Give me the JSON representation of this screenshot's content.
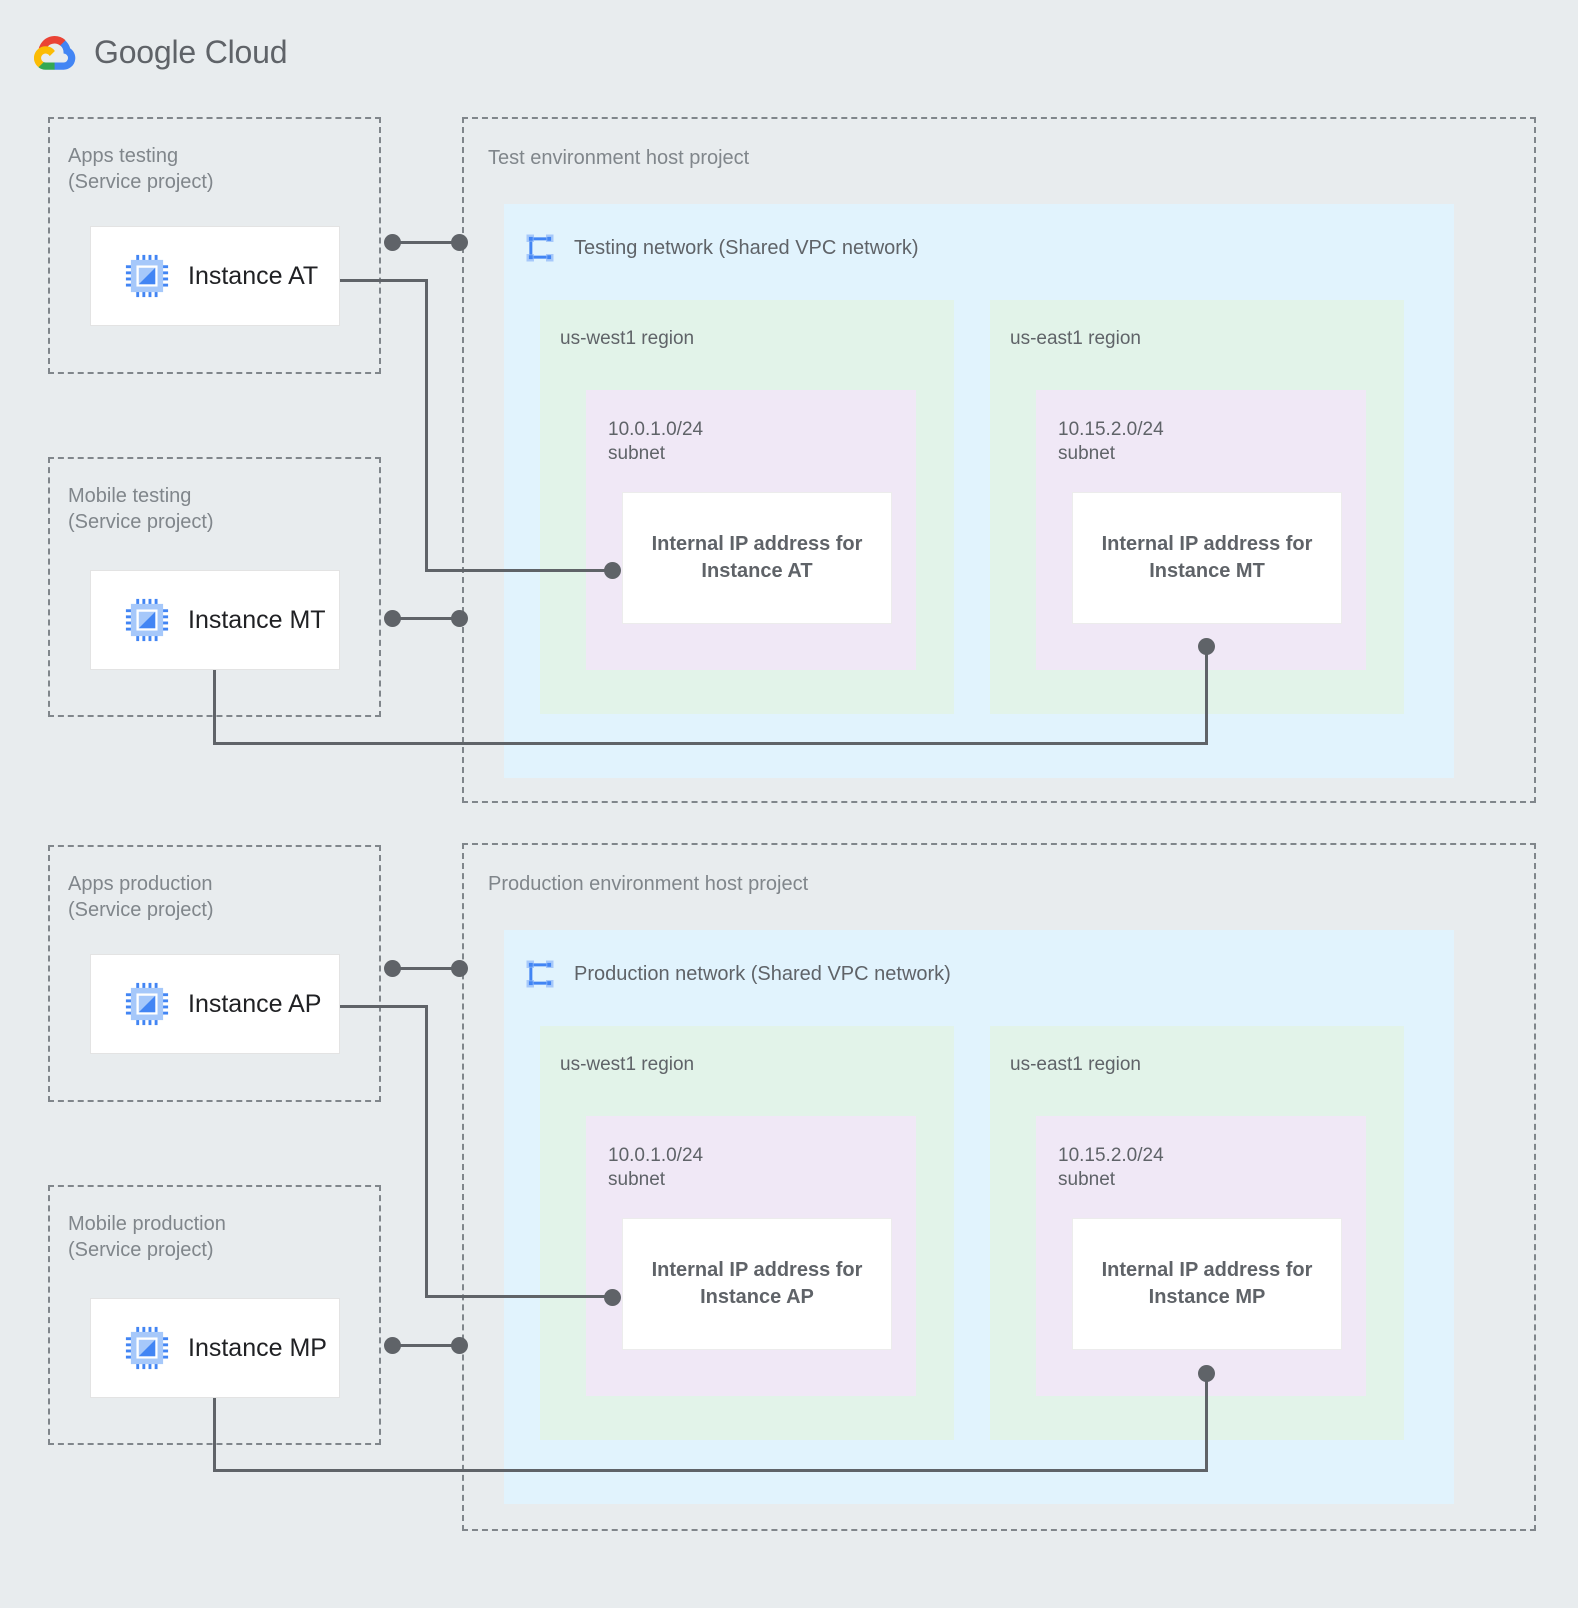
{
  "brand": {
    "name_part1": "Google",
    "name_part2": "Cloud",
    "logo_icon": "google-cloud-logo-icon",
    "colors": {
      "red": "#ea4335",
      "blue": "#4285f4",
      "yellow": "#fbbc04",
      "green": "#34a853"
    }
  },
  "palette": {
    "background": "#e8ecee",
    "dashed_border": "#80868b",
    "vpc_fill": "#e1f3fd",
    "region_fill": "#e2f3e9",
    "subnet_fill": "#f0e8f6",
    "card_fill": "#ffffff",
    "wire": "#5f6368",
    "text_muted": "#5f6368",
    "text_strong": "#202124",
    "icon_blue": "#4285f4",
    "icon_blue_light": "#a6c8fa"
  },
  "service_projects": [
    {
      "title": "Apps testing\n(Service project)",
      "instance": {
        "label": "Instance AT",
        "icon": "compute-instance-icon"
      }
    },
    {
      "title": "Mobile testing\n(Service project)",
      "instance": {
        "label": "Instance MT",
        "icon": "compute-instance-icon"
      }
    },
    {
      "title": "Apps production\n(Service project)",
      "instance": {
        "label": "Instance AP",
        "icon": "compute-instance-icon"
      }
    },
    {
      "title": "Mobile production\n(Service project)",
      "instance": {
        "label": "Instance MP",
        "icon": "compute-instance-icon"
      }
    }
  ],
  "host_projects": [
    {
      "title": "Test environment host project",
      "network": {
        "label": "Testing network (Shared VPC network)",
        "icon": "vpc-network-icon"
      },
      "regions": [
        {
          "label": "us-west1 region",
          "subnet": {
            "cidr_label": "10.0.1.0/24\nsubnet",
            "ip_card": "Internal IP address for\nInstance AT"
          }
        },
        {
          "label": "us-east1 region",
          "subnet": {
            "cidr_label": "10.15.2.0/24\nsubnet",
            "ip_card": "Internal IP address for\nInstance MT"
          }
        }
      ]
    },
    {
      "title": "Production environment host project",
      "network": {
        "label": "Production network (Shared VPC network)",
        "icon": "vpc-network-icon"
      },
      "regions": [
        {
          "label": "us-west1 region",
          "subnet": {
            "cidr_label": "10.0.1.0/24\nsubnet",
            "ip_card": "Internal IP address for\nInstance AP"
          }
        },
        {
          "label": "us-east1 region",
          "subnet": {
            "cidr_label": "10.15.2.0/24\nsubnet",
            "ip_card": "Internal IP address for\nInstance MP"
          }
        }
      ]
    }
  ]
}
